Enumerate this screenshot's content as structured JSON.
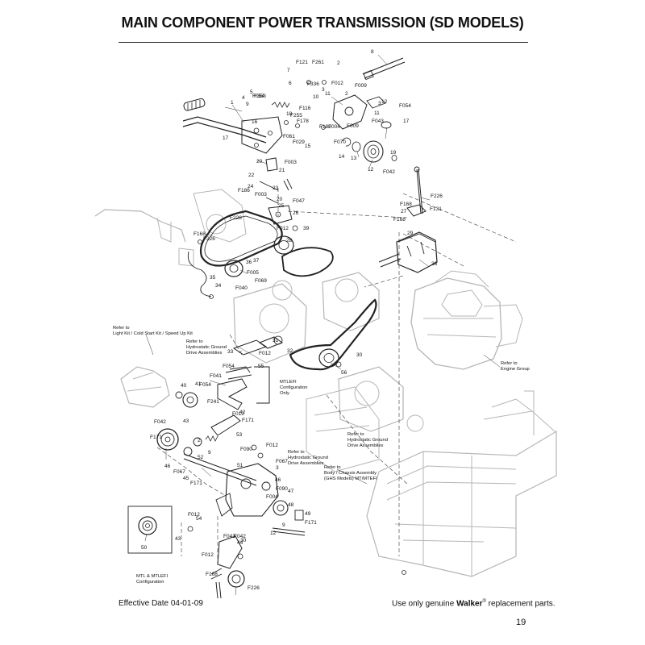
{
  "page_title": "MAIN COMPONENT POWER TRANSMISSION (SD MODELS)",
  "footer": {
    "effective_date": "Effective Date 04-01-09",
    "parts_note_prefix": "Use only genuine ",
    "parts_note_brand": "Walker",
    "parts_note_mark": "®",
    "parts_note_suffix": " replacement parts.",
    "page_number": "19"
  },
  "notes": [
    {
      "lines": [
        "Refer to",
        "Light Kit / Cold Start Kit / Speed Up Kit"
      ]
    },
    {
      "lines": [
        "Refer to",
        "Hydrostatic Ground",
        "Drive Assemblies"
      ]
    },
    {
      "lines": [
        "Refer to",
        "Engine Group"
      ]
    },
    {
      "lines": [
        "MTLEFI",
        "Configuration",
        "Only"
      ]
    },
    {
      "lines": [
        "Refer to",
        "Hydrostatic Ground",
        "Drive Assemblies"
      ]
    },
    {
      "lines": [
        "Refer to",
        "Hydrostatic Ground",
        "Drive Assemblies"
      ]
    },
    {
      "lines": [
        "Refer to",
        "Body / Chassis Assembly",
        "(GHS Models) MT/MTEFI"
      ]
    },
    {
      "lines": [
        "MTL & MTLEFI",
        "Configuration"
      ]
    }
  ],
  "callouts": [
    "F121",
    "F261",
    "2",
    "7",
    "8",
    "6",
    "F336",
    "1",
    "F012",
    "4",
    "5",
    "F054",
    "F353",
    "F116",
    "10",
    "F009",
    "2",
    "3",
    "12",
    "F054",
    "9",
    "3",
    "11",
    "11",
    "F043",
    "17",
    "18",
    "F255",
    "16",
    "F182",
    "F004",
    "F009",
    "17",
    "F178",
    "F061",
    "F029",
    "15",
    "F070",
    "14",
    "13",
    "12",
    "F042",
    "19",
    "20",
    "F003",
    "21",
    "22",
    "24",
    "F047",
    "F186",
    "23",
    "F003",
    "20",
    "25",
    "26",
    "F226",
    "F168",
    "27",
    "F131",
    "F168",
    "F012",
    "39",
    "F228",
    "F168",
    "F226",
    "28",
    "29",
    "38",
    "37",
    "36",
    "F005",
    "35",
    "F069",
    "34",
    "F040",
    "31",
    "32",
    "33",
    "F012",
    "30",
    "56",
    "F054",
    "55",
    "F041",
    "40",
    "41",
    "F054",
    "F241",
    "42",
    "F012",
    "F171",
    "F042",
    "43",
    "F171",
    "53",
    "46",
    "F067",
    "2",
    "9",
    "F012",
    "F090",
    "F067",
    "3",
    "52",
    "51",
    "45",
    "F171",
    "46",
    "F090",
    "47",
    "48",
    "F004",
    "49",
    "F171",
    "12",
    "9",
    "F012",
    "54",
    "43",
    "50",
    "F041",
    "F042",
    "44",
    "F012",
    "30",
    "F168",
    "F226"
  ],
  "icons": [
    "cross-section-drive-diagram-icon"
  ]
}
